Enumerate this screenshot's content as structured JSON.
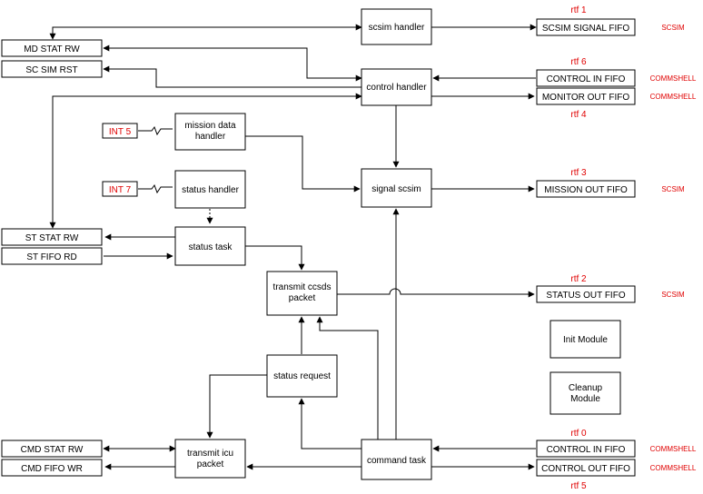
{
  "nodes": {
    "scsim_handler": [
      "scsim handler"
    ],
    "control_handler": [
      "control handler"
    ],
    "mission_data_handler": [
      "mission data",
      "handler"
    ],
    "signal_scsim": [
      "signal scsim"
    ],
    "status_handler": [
      "status handler"
    ],
    "status_task": [
      "status task"
    ],
    "transmit_ccsds": [
      "transmit ccsds",
      "packet"
    ],
    "status_request": [
      "status request"
    ],
    "transmit_icu": [
      "transmit icu",
      "packet"
    ],
    "command_task": [
      "command task"
    ],
    "init_module": [
      "Init Module"
    ],
    "cleanup_module": [
      "Cleanup",
      "Module"
    ],
    "md_stat_rw": [
      "MD STAT RW"
    ],
    "sc_sim_rst": [
      "SC SIM RST"
    ],
    "st_stat_rw": [
      "ST STAT RW"
    ],
    "st_fifo_rd": [
      "ST FIFO RD"
    ],
    "cmd_stat_rw": [
      "CMD STAT RW"
    ],
    "cmd_fifo_wr": [
      "CMD FIFO WR"
    ],
    "scsim_signal_fifo": [
      "SCSIM SIGNAL FIFO"
    ],
    "control_in_fifo_top": [
      "CONTROL IN FIFO"
    ],
    "monitor_out_fifo": [
      "MONITOR OUT FIFO"
    ],
    "mission_out_fifo": [
      "MISSION OUT FIFO"
    ],
    "status_out_fifo": [
      "STATUS OUT FIFO"
    ],
    "control_in_fifo_bottom": [
      "CONTROL IN FIFO"
    ],
    "control_out_fifo": [
      "CONTROL OUT FIFO"
    ],
    "int5": [
      "INT 5"
    ],
    "int7": [
      "INT 7"
    ]
  },
  "rtf_labels": {
    "rtf1": "rtf 1",
    "rtf6": "rtf 6",
    "rtf4": "rtf 4",
    "rtf3": "rtf 3",
    "rtf2": "rtf 2",
    "rtf0": "rtf 0",
    "rtf5": "rtf 5"
  },
  "tags": {
    "scsim_signal": "SCSIM",
    "control_in_top": "COMMSHELL",
    "monitor_out": "COMMSHELL",
    "mission_out": "SCSIM",
    "status_out": "SCSIM",
    "control_in_bottom": "COMMSHELL",
    "control_out": "COMMSHELL"
  },
  "colors": {
    "line": "#000000",
    "accent_red": "#e00000"
  }
}
